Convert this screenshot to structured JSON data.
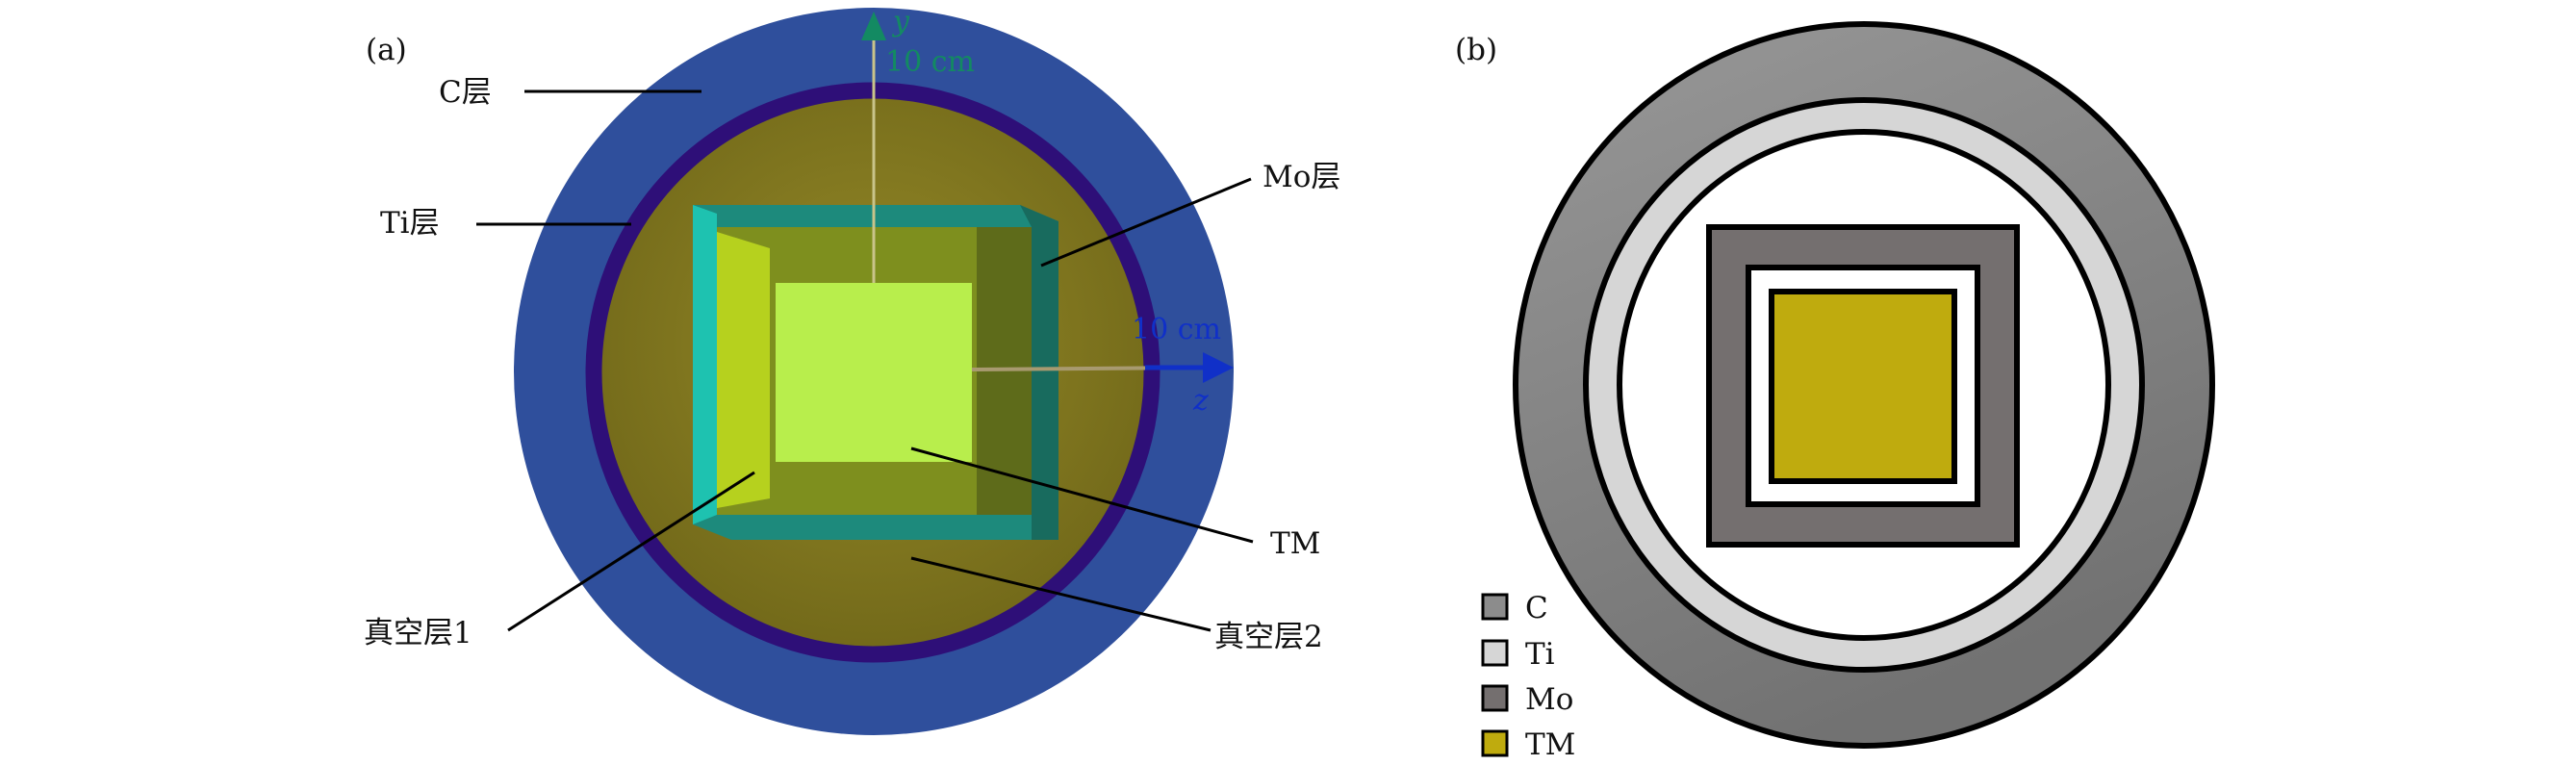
{
  "panel_a": {
    "label": "(a)",
    "callouts": {
      "c_layer": "C层",
      "ti_layer": "Ti层",
      "mo_layer": "Mo层",
      "tm": "TM",
      "vacuum1": "真空层1",
      "vacuum2": "真空层2"
    },
    "axes": {
      "y_label": "y",
      "y_scale": "10 cm",
      "z_label": "z",
      "z_scale": "10 cm"
    },
    "colors": {
      "c_layer": "#2f4f9c",
      "ti_layer": "#2e0f78",
      "vacuum2": "#7d731e",
      "mo_layer": "#1aa89c",
      "tm": "#b8ee4c",
      "y_axis": "#138a62",
      "z_axis": "#1030c8"
    }
  },
  "panel_b": {
    "label": "(b)",
    "legend": [
      {
        "label": "C",
        "color": "#8c8c8c"
      },
      {
        "label": "Ti",
        "color": "#d6d6d6"
      },
      {
        "label": "Mo",
        "color": "#746f6f"
      },
      {
        "label": "TM",
        "color": "#bfab0e"
      }
    ]
  }
}
